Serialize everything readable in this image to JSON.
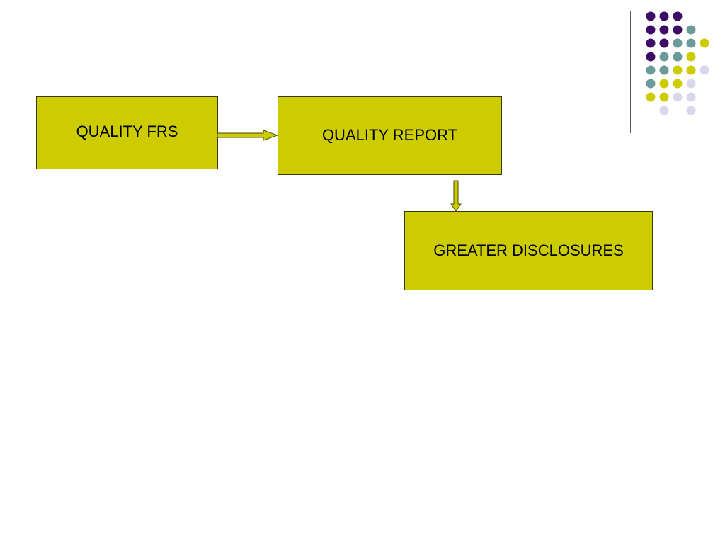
{
  "diagram": {
    "nodes": [
      {
        "id": "frs",
        "label": "QUALITY FRS"
      },
      {
        "id": "report",
        "label": "QUALITY REPORT"
      },
      {
        "id": "disclosures",
        "label": "GREATER DISCLOSURES"
      }
    ],
    "edges": [
      {
        "from": "frs",
        "to": "report",
        "direction": "right"
      },
      {
        "from": "report",
        "to": "disclosures",
        "direction": "down"
      }
    ]
  },
  "colors": {
    "box_fill": "#cccc00",
    "box_border": "#3a3a00",
    "arrow_fill": "#cccc00",
    "arrow_stroke": "#4a4a00",
    "divider": "#555555",
    "dot_purple": "#3d0c66",
    "dot_teal": "#6a9a9a",
    "dot_yellow": "#cccc00",
    "dot_lavender": "#d8d8ea"
  },
  "decoration": {
    "dot_rows": [
      [
        "purple",
        "purple",
        "purple",
        null,
        null
      ],
      [
        "purple",
        "purple",
        "purple",
        "teal",
        null
      ],
      [
        "purple",
        "purple",
        "teal",
        "teal",
        "yellow"
      ],
      [
        "purple",
        "teal",
        "teal",
        "yellow",
        null
      ],
      [
        "teal",
        "teal",
        "yellow",
        "yellow",
        "lavender"
      ],
      [
        "teal",
        "yellow",
        "yellow",
        "lavender",
        null
      ],
      [
        "yellow",
        "yellow",
        "lavender",
        "lavender",
        null
      ],
      [
        null,
        "lavender",
        null,
        "lavender",
        null
      ]
    ]
  }
}
